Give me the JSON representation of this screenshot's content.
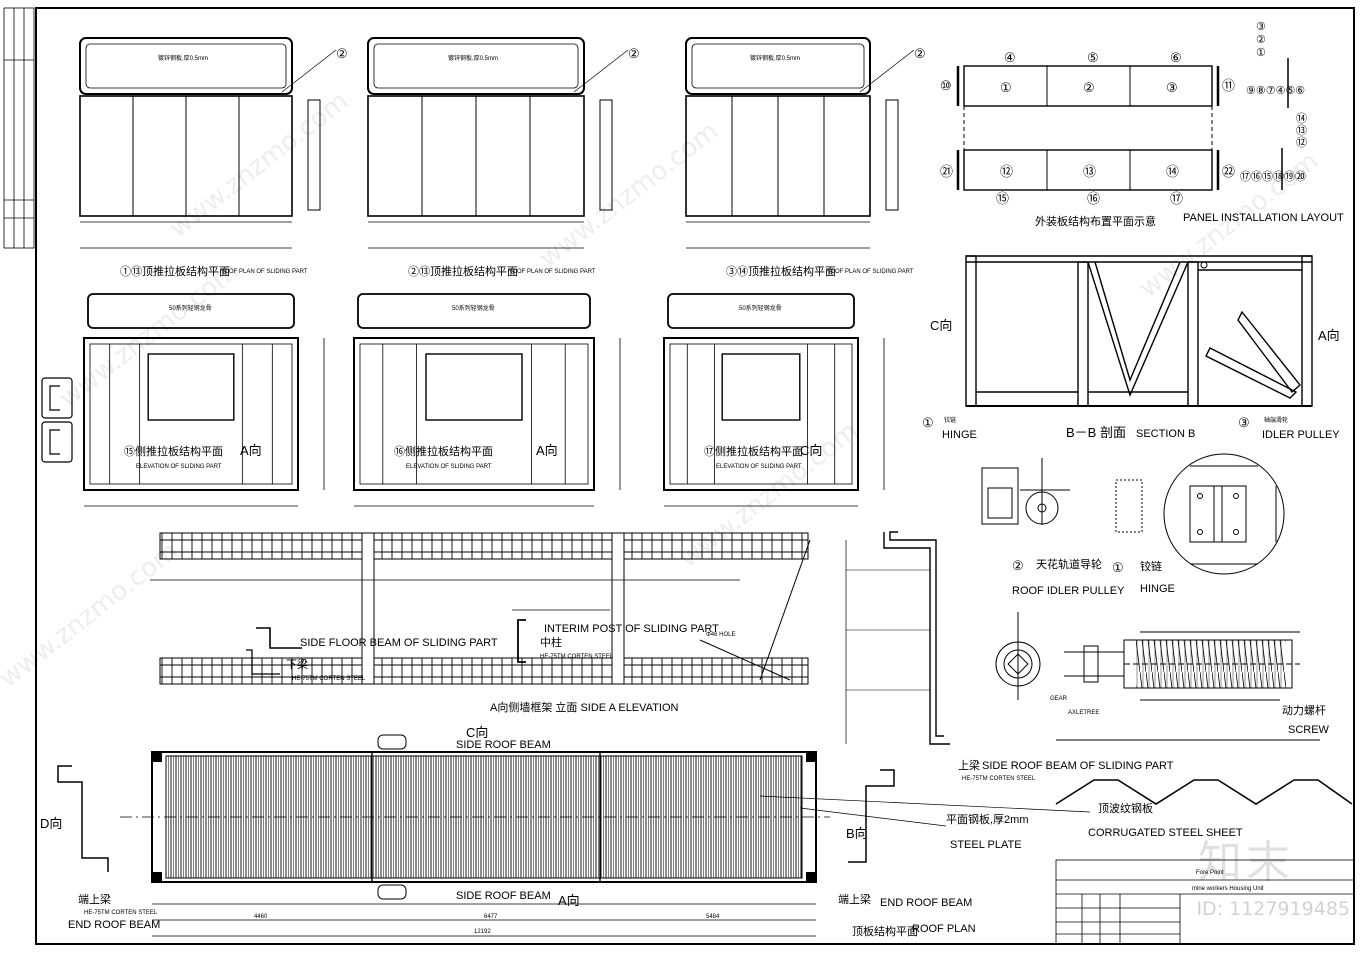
{
  "plans": [
    {
      "title": "①⑬顶推拉板结构平面",
      "en": "ROOF PLAN OF SLIDING PART",
      "circle": "②",
      "bar_label": "镀锌钢板,厚0.5mm"
    },
    {
      "title": "②⑬顶推拉板结构平面",
      "en": "ROOF PLAN OF SLIDING PART",
      "circle": "②",
      "bar_label": "镀锌钢板,厚0.5mm"
    },
    {
      "title": "③⑭顶推拉板结构平面",
      "en": "ROOF PLAN OF SLIDING PART",
      "circle": "②",
      "bar_label": "镀锌钢板,厚0.5mm"
    }
  ],
  "elevations": [
    {
      "title": "⑮侧推拉板结构平面",
      "dir": "A向",
      "en": "ELEVATION OF SLIDING PART",
      "bar_label": "50系列轻钢龙骨"
    },
    {
      "title": "⑯侧推拉板结构平面",
      "dir": "A向",
      "en": "ELEVATION OF SLIDING PART",
      "bar_label": "50系列轻钢龙骨"
    },
    {
      "title": "⑰侧推拉板结构平面",
      "dir": "C向",
      "en": "ELEVATION OF SLIDING PART",
      "bar_label": "50系列轻钢龙骨"
    }
  ],
  "layout": {
    "top_circles": [
      "④",
      "⑤",
      "⑥"
    ],
    "row1": [
      "①",
      "②",
      "③"
    ],
    "side1": [
      "⑩",
      "⑪"
    ],
    "row2": [
      "⑫",
      "⑬",
      "⑭"
    ],
    "side2": [
      "㉑",
      "㉒"
    ],
    "bottom_circles": [
      "⑮",
      "⑯",
      "⑰"
    ],
    "right_top_stack": [
      "③",
      "②",
      "①"
    ],
    "right_top_row": "⑨⑧⑦④⑤⑥",
    "right_mid_stack": [
      "⑭",
      "⑬",
      "⑫"
    ],
    "right_bot_row": "⑰⑯⑮⑱⑲⑳",
    "title_cn": "外装板结构布置平面示意",
    "title_en": "PANEL INSTALLATION LAYOUT"
  },
  "section": {
    "left_dir": "C向",
    "right_dir": "A向",
    "hinge_num": "①",
    "hinge_cn": "铰链",
    "hinge_en": "HINGE",
    "title": "B－B 剖面",
    "title_en": "SECTION B",
    "pulley_num": "③",
    "pulley_cn": "轴端滑轮",
    "pulley_en": "IDLER PULLEY"
  },
  "details": {
    "roof_pulley_num": "②",
    "roof_pulley_cn": "天花轨道导轮",
    "roof_pulley_en": "ROOF IDLER PULLEY",
    "hinge_num": "①",
    "hinge_cn": "铰链",
    "hinge_en": "HINGE",
    "screw_cn": "动力螺杆",
    "screw_en": "SCREW",
    "gear": "GEAR",
    "axle": "AXLETREE"
  },
  "side_elevation": {
    "hole": "Φ46 HOLE",
    "floor_beam": "SIDE FLOOR BEAM OF SLIDING PART",
    "floor_beam_cn": "下梁",
    "floor_beam_spec": "HE-75TM CORTEN STEEL",
    "interim_post": "INTERIM POST OF SLIDING PART",
    "post_cn": "中柱",
    "post_spec": "HE-75TM CORTEN STEEL",
    "title": "A向侧墙框架  立面  SIDE A ELEVATION",
    "c_dir": "C向",
    "top_beam_cn": "上梁",
    "top_beam_en": "SIDE ROOF BEAM OF SLIDING PART",
    "top_beam_spec": "HE-75TM CORTEN STEEL"
  },
  "roof_plan": {
    "side_beam_top": "SIDE ROOF BEAM",
    "side_beam_bottom": "SIDE ROOF BEAM",
    "d_dir": "D向",
    "b_dir": "B向",
    "a_dir": "A向",
    "end_left_cn": "端上梁",
    "end_left_en": "END ROOF BEAM",
    "end_right_cn": "端上梁",
    "end_right_en": "END ROOF BEAM",
    "end_spec": "HE-75TM CORTEN STEEL",
    "corrugated_cn": "顶波纹钢板",
    "corrugated_en": "CORRUGATED STEEL SHEET",
    "plate_cn": "平面钢板,厚2mm",
    "plate_en": "STEEL PLATE",
    "title_cn": "顶板结构平面",
    "title_en": "ROOF PLAN",
    "total_dim": "12192",
    "dim_mid": "6477",
    "dim_left": "4460",
    "dim_right": "5484"
  },
  "title_block": {
    "firm": "Fore Point",
    "project": "mine workers Housing Unit"
  },
  "watermark": "www.znzmo.com",
  "logo": "知末",
  "id_text": "ID: 1127919485"
}
